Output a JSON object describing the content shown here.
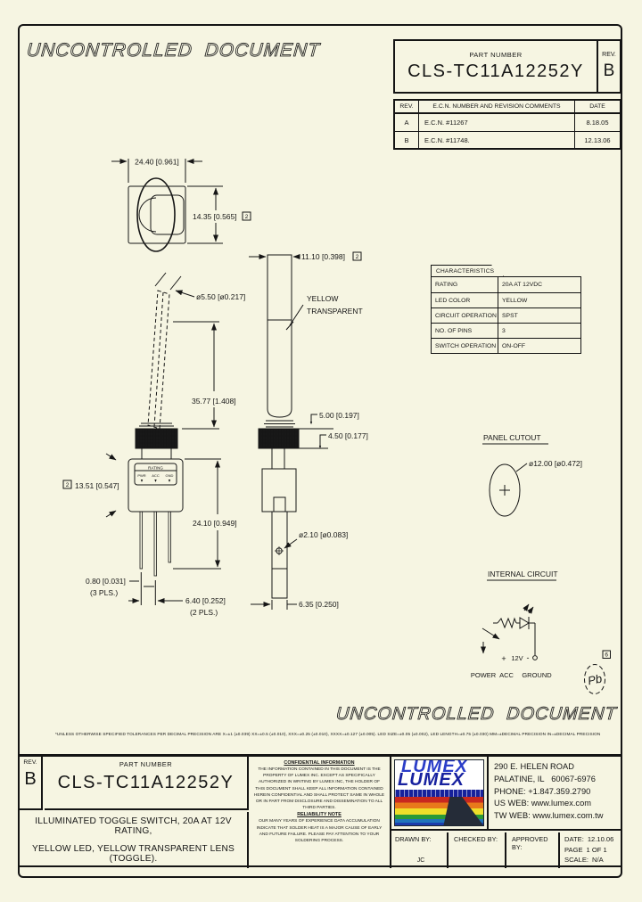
{
  "watermark": {
    "top": "UNCONTROLLED DOCUMENT",
    "bottom": "UNCONTROLLED DOCUMENT"
  },
  "header_table": {
    "part_number_label": "PART NUMBER",
    "part_number": "CLS-TC11A12252Y",
    "rev_label": "REV.",
    "rev": "B"
  },
  "revision_table": {
    "col_rev": "REV.",
    "col_comments": "E.C.N. NUMBER AND REVISION COMMENTS",
    "col_date": "DATE",
    "rows": [
      {
        "rev": "A",
        "comment": "E.C.N. #11267",
        "date": "8.18.05"
      },
      {
        "rev": "B",
        "comment": "E.C.N. #11748.",
        "date": "12.13.06"
      }
    ]
  },
  "characteristics": {
    "title": "CHARACTERISTICS",
    "rows": [
      {
        "label": "RATING",
        "value": "20A AT 12VDC"
      },
      {
        "label": "LED COLOR",
        "value": "YELLOW"
      },
      {
        "label": "CIRCUIT OPERATION",
        "value": "SPST"
      },
      {
        "label": "NO. OF PINS",
        "value": "3"
      },
      {
        "label": "SWITCH OPERATION",
        "value": "ON-OFF"
      }
    ]
  },
  "dims": {
    "note_ref": "2",
    "front_width": "24.40 [0.961]",
    "front_height": "14.35 [0.565]",
    "lever_dia": "ø5.50 [ø0.217]",
    "lever_height": "35.77 [1.408]",
    "body_width": "13.51 [0.547]",
    "overall_height": "24.10 [0.949]",
    "pin_thickness": "0.80 [0.031]",
    "pin_thickness_note": "(3 PLS.)",
    "pin_spacing": "6.40 [0.252]",
    "pin_spacing_note": "(2 PLS.)",
    "lever_width": "11.10 [0.398]",
    "lens_line1": "YELLOW",
    "lens_line2": "TRANSPARENT",
    "washer_height": "5.00 [0.197]",
    "bushing_height": "4.50 [0.177]",
    "hole_dia": "ø2.10 [ø0.083]",
    "terminal_width": "6.35 [0.250]"
  },
  "switch_label": {
    "title": "RATING",
    "pin1": "PWR",
    "pin2": "ACC",
    "pin3": "GND"
  },
  "panel_cutout": {
    "title": "PANEL CUTOUT",
    "diameter": "ø12.00 [ø0.472]"
  },
  "internal_circuit": {
    "title": "INTERNAL CIRCUIT",
    "plus": "+",
    "voltage": "12V",
    "minus": "-",
    "power": "POWER",
    "acc": "ACC",
    "ground": "GROUND",
    "pb": "Pb",
    "note_ref": "6"
  },
  "tolerance_note": "*UNLESS OTHERWISE SPECIFIED TOLERANCES PER DECIMAL PRECISION ARE X=±1 (±0.039) XX=±0.5 (±0.010), XXX=±0.25 (±0.010), XXXX=±0.127 (±0.005).   LED SIZE=±0.05 (±0.002), LED LENGTH=±0.75 (±0.030)   MM=±DECIMAL PRECISION   IN=±DECIMAL PRECISION",
  "title_block": {
    "rev_label": "REV.",
    "rev": "B",
    "part_number_label": "PART NUMBER",
    "part_number": "CLS-TC11A12252Y",
    "description_line1": "ILLUMINATED TOGGLE SWITCH, 20A AT 12V RATING,",
    "description_line2": "YELLOW LED, YELLOW TRANSPARENT LENS (TOGGLE).",
    "confidential_title": "CONFIDENTIAL INFORMATION",
    "confidential_text": "THE INFORMATION CONTAINED IN THIS DOCUMENT IS THE PROPERTY OF LUMEX INC. EXCEPT AS SPECIFICALLY AUTHORIZED IN WRITING BY LUMEX INC, THE HOLDER OF THIS DOCUMENT SHALL KEEP ALL INFORMATION CONTAINED HEREIN CONFIDENTIAL AND SHALL PROTECT SAME IN WHOLE OR IN PART FROM DISCLOSURE AND DISSEMINATION TO ALL THIRD PARTIES.",
    "reliability_title": "RELIABILITY NOTE",
    "reliability_text": "OUR MANY YEARS OF EXPERIENCE DATA ACCUMULATION INDICATE THAT SOLDER HEAT IS A MAJOR CAUSE OF EARLY AND FUTURE FAILURE. PLEASE PAY ATTENTION TO YOUR SOLDERING PROCESS.",
    "address_line1": "290 E. HELEN ROAD",
    "address_line2": "PALATINE, IL   60067-6976",
    "address_line3": "PHONE: +1.847.359.2790",
    "address_line4": "US WEB: www.lumex.com",
    "address_line5": "TW WEB: www.lumex.com.tw",
    "drawn_by_label": "DRAWN BY:",
    "drawn_by": "JC",
    "checked_by_label": "CHECKED BY:",
    "approved_by_label": "APPROVED BY:",
    "date_label": "DATE:",
    "date": "12.10.06",
    "page_label": "PAGE",
    "page": "1 OF 1",
    "scale_label": "SCALE:",
    "scale": "N/A"
  },
  "logo": {
    "name": "LUMEX"
  }
}
